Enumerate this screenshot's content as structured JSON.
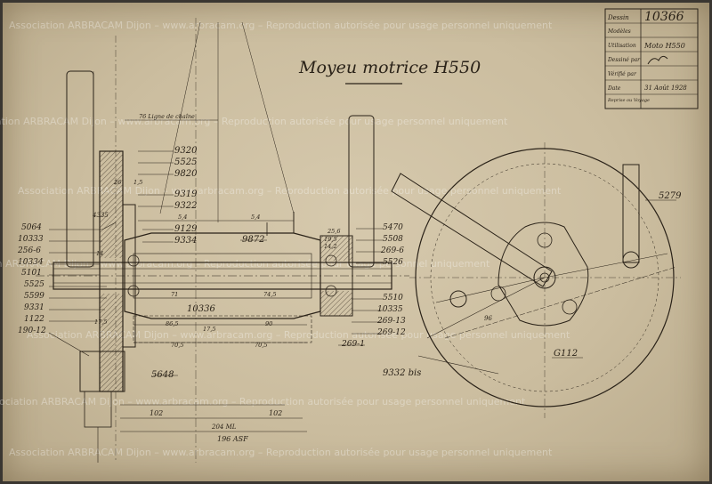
{
  "drawing": {
    "title": "Moyeu motrice H550",
    "watermark": "Association ARBRACAM Dijon – www.arbracam.org – Reproduction autorisée pour usage personnel uniquement"
  },
  "cartouche": {
    "rows": [
      {
        "key": "Dessin",
        "value": "10366"
      },
      {
        "key": "Modèles",
        "value": ""
      },
      {
        "key": "Utilisation",
        "value": "Moto H550"
      },
      {
        "key": "Dessiné par",
        "value": ""
      },
      {
        "key": "Vérifié par",
        "value": ""
      },
      {
        "key": "Date",
        "value": "31 Août 1928"
      },
      {
        "key": "Reprise ou Voyage",
        "value": ""
      }
    ]
  },
  "left_labels": [
    "5064",
    "10333",
    "256-6",
    "10334",
    "5101",
    "5525",
    "5599",
    "9331",
    "1122",
    "190-12"
  ],
  "top_labels": [
    "9320",
    "5525",
    "9820",
    "9319",
    "9322",
    "9129",
    "9334",
    "4335"
  ],
  "right_labels": [
    "5470",
    "5508",
    "269-6",
    "5526",
    "5510",
    "10335",
    "269-13",
    "269-12",
    "269-1"
  ],
  "center_labels": {
    "part_a": "9872",
    "part_b": "10336",
    "part_c": "5648",
    "part_d": "G112",
    "part_e": "9332 bis",
    "part_f": "5279"
  },
  "dimensions": {
    "chain_line": "76  Ligne de chaîne",
    "d1": "26",
    "d2": "1,5",
    "d3": "5,4",
    "d4": "5,4",
    "d5": "14",
    "d6": "71",
    "d7": "74,5",
    "d8": "25,6",
    "d9": "19,5",
    "d10": "14,2",
    "d11": "96",
    "d12": "17,5",
    "d13": "86,5",
    "d14": "90",
    "d15": "17,5",
    "d16": "70,5",
    "d17": "70,5",
    "half_left": "102",
    "half_right": "102",
    "total": "204  ML",
    "total_b": "196  ASF"
  }
}
